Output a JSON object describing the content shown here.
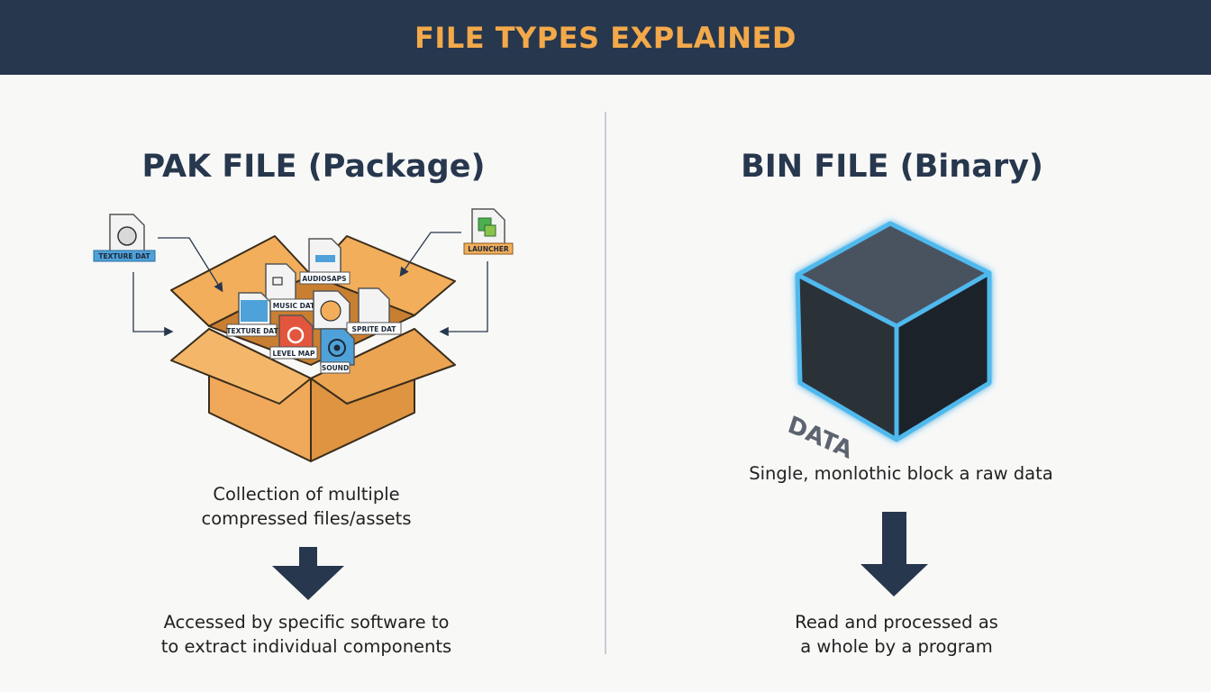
{
  "header": {
    "title": "FILE TYPES EXPLAINED"
  },
  "pak": {
    "title": "PAK FILE (Package)",
    "description_lines": [
      "Collection of multiple",
      "compressed files/assets"
    ],
    "result_lines": [
      "Accessed by specific software to",
      "to extract individual components"
    ],
    "file_labels": [
      "TEXTURE DAT",
      "LAUNCHER",
      "AUDIOSAPS",
      "MUSIC DAT",
      "TEXTURE DAT",
      "SPRITE DAT",
      "LEVEL MAP",
      "SOUND"
    ]
  },
  "bin": {
    "title": "BIN FILE (Binary)",
    "cube_label": "DATA",
    "description": "Single, monlothic block a raw data",
    "result_lines": [
      "Read and processed as",
      "a whole by a program"
    ]
  },
  "colors": {
    "header_bg": "#27374d",
    "header_text": "#f3a94a",
    "box_orange": "#f2ae5a",
    "cube_glow": "#4fb9ee",
    "arrow": "#27374d"
  }
}
